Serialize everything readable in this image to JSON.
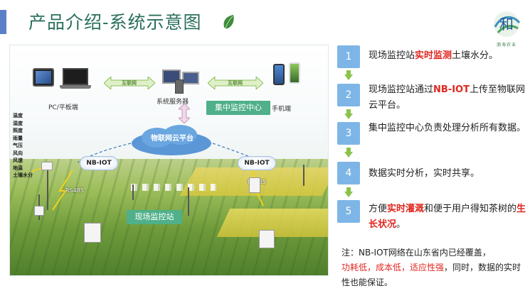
{
  "header": {
    "title": "产品介绍-系统示意图",
    "logo_label": "渤海农业",
    "logo_text": "和"
  },
  "diagram": {
    "pc_label": "PC/平板端",
    "server_label": "系统服务器",
    "phone_label": "手机端",
    "internet_label_left": "互联网",
    "internet_label_right": "互联网",
    "center_label": "集中监控中心",
    "cloud_label": "物联网云平台",
    "nbiot_left": "NB-IOT",
    "nbiot_right": "NB-IOT",
    "rs485_left": "RS485",
    "rs485_right": "RS485",
    "station_label": "现场监控站",
    "sensors": [
      "温度",
      "湿度",
      "照度",
      "雨量",
      "气压",
      "风向",
      "风速",
      "地温",
      "土壤水分"
    ]
  },
  "steps": [
    {
      "num": "1",
      "pre": "现场监控站",
      "hl": "实时监测",
      "post": "土壤水分。"
    },
    {
      "num": "2",
      "pre": "现场监控站通过",
      "hl": "NB-IOT",
      "post": "上传至物联网云平台。"
    },
    {
      "num": "3",
      "pre": "集中监控中心负责处理分析所有数据。",
      "hl": "",
      "post": ""
    },
    {
      "num": "4",
      "pre": "数据实时分析，实时共享。",
      "hl": "",
      "post": ""
    },
    {
      "num": "5",
      "pre": "方便",
      "hl": "实时灌溉",
      "mid": "和便于用户得知茶树的",
      "hl2": "生长状况",
      "post": "。"
    }
  ],
  "note": {
    "line1": "注：NB-IOT网络在山东省内已经覆盖，",
    "red": "功耗低，成本低，适应性强",
    "line2": "，同时，数据的实时性也能保证。"
  },
  "colors": {
    "title": "#2a6f5c",
    "accent_bar": "#5b80c7",
    "step_box": "#7db6e6",
    "arrow": "#8bc34a",
    "highlight": "#e0261f",
    "green_box": "#4fb08a"
  }
}
